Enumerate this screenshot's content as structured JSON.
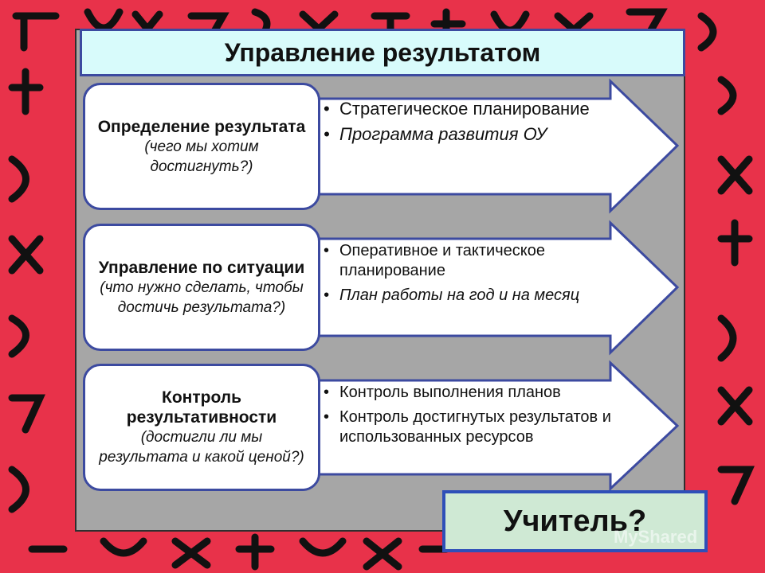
{
  "title": "Управление результатом",
  "rows": [
    {
      "label_bold": "Определение результата",
      "label_italic": " (чего мы хотим достигнуть?)",
      "bullets": [
        "Стратегическое планирование",
        "Программа развития ОУ"
      ]
    },
    {
      "label_bold": "Управление по ситуации",
      "label_italic": " (что нужно сделать, чтобы достичь результата?)",
      "bullets": [
        "Оперативное и тактическое планирование",
        "План работы на год и на месяц"
      ]
    },
    {
      "label_bold": "Контроль результативности",
      "label_italic": "(достигли ли мы результата и какой ценой?)",
      "bullets": [
        "Контроль выполнения планов",
        "Контроль достигнутых результатов и использованных ресурсов"
      ]
    }
  ],
  "teacher": "Учитель?",
  "watermark": "MyShared",
  "colors": {
    "frame": "#e8324a",
    "panel": "#a6a6a6",
    "title_bg": "#d8fbfb",
    "border": "#3c4aa0",
    "teacher_bg": "#cfe9d4"
  }
}
